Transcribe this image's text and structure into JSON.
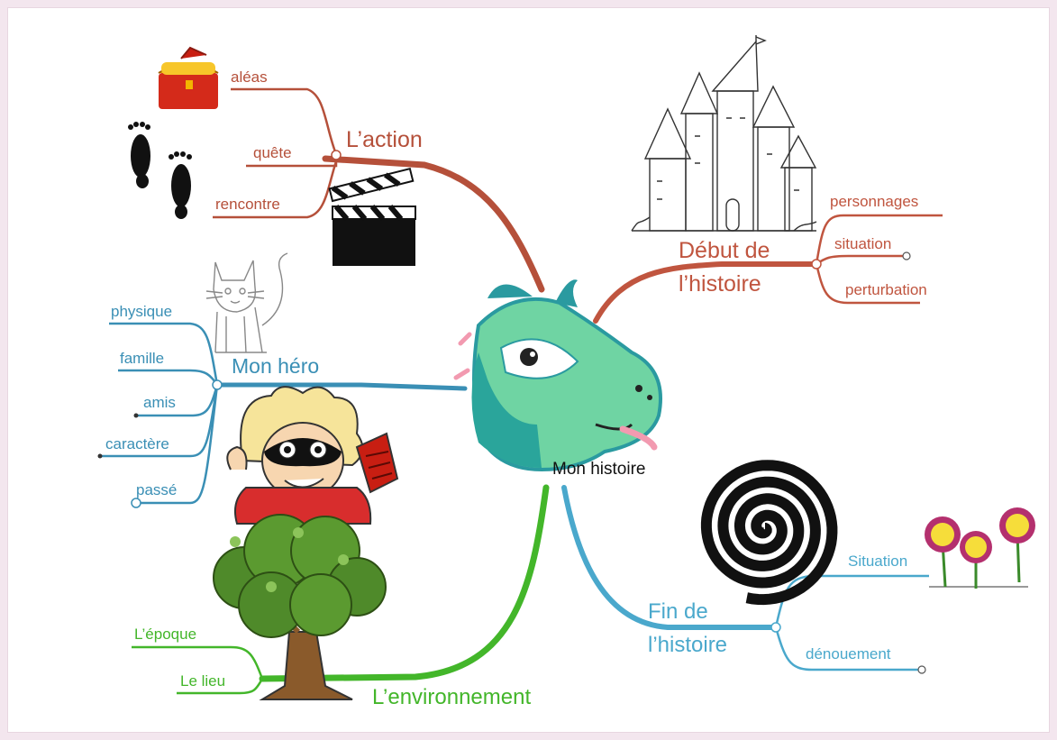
{
  "center": {
    "label": "Mon histoire"
  },
  "branches": {
    "action": {
      "label": "L’action",
      "color": "#b5503a",
      "children": [
        "aléas",
        "quête",
        "rencontre"
      ]
    },
    "debut": {
      "label_line1": "Début de",
      "label_line2": "l’histoire",
      "color": "#c0553f",
      "children": [
        "personnages",
        "situation",
        "perturbation"
      ]
    },
    "heros": {
      "label": "Mon héro",
      "color": "#3a8fb5",
      "children": [
        "physique",
        "famille",
        "amis",
        "caractère",
        "passé"
      ]
    },
    "fin": {
      "label_line1": "Fin de",
      "label_line2": "l’histoire",
      "color": "#4aa8cc",
      "children": [
        "Situation",
        "dénouement"
      ]
    },
    "environnement": {
      "label": "L’environnement",
      "color": "#43b62a",
      "children": [
        "L’époque",
        "Le lieu"
      ]
    }
  },
  "icons": [
    "treasure-chest-icon",
    "footprints-icon",
    "clapperboard-icon",
    "castle-icon",
    "cat-icon",
    "hero-kid-icon",
    "tree-icon",
    "spiral-icon",
    "flowers-icon",
    "dragon-icon"
  ]
}
